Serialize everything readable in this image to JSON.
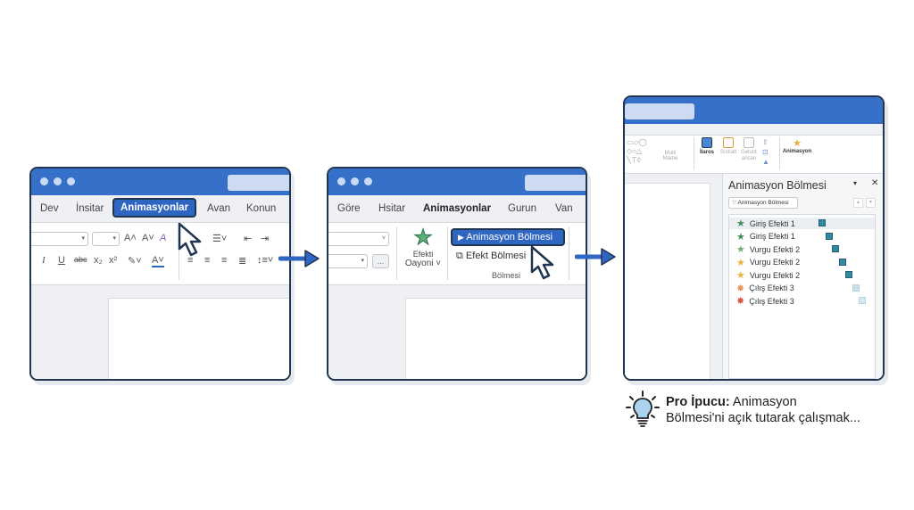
{
  "step1": {
    "tabs": [
      "Dev",
      "İnsitar",
      "Animasyonlar",
      "Avan",
      "Konun"
    ],
    "active_tab": "Animasyonlar",
    "toolbar_icons": [
      "font-select",
      "font-size-select",
      "grow-font-icon",
      "shrink-font-icon",
      "clear-format-icon",
      "list-icon",
      "indent-icon",
      "outdent-icon",
      "italic-icon",
      "underline-icon",
      "strikethrough-icon",
      "subscript-icon",
      "superscript-icon",
      "highlight-icon",
      "font-color-icon",
      "align-left-icon",
      "align-center-icon",
      "align-right-icon",
      "justify-icon",
      "line-spacing-icon"
    ]
  },
  "step2": {
    "tabs": [
      "Göre",
      "Hsitar",
      "Animasyonlar",
      "Gurun",
      "Van"
    ],
    "effect_button_line1": "Efekti",
    "effect_button_line2": "Oayoni ˅",
    "animation_pane_button": "Animasyon Bölmesi",
    "effect_pane_button": "Efekt Bölmesi",
    "group_label": "Bölmesi",
    "more": "..."
  },
  "step3": {
    "ribbon_labels": [
      "İlaros",
      "Sıstıalt",
      "Gelunt ancan",
      "Animasyon",
      "Multi Mame"
    ],
    "pane_title": "Animasyon Bölmesi",
    "pane_filter": "Animasyon Bölmesi",
    "items": [
      {
        "label": "Giriş Efekti 1",
        "icon": "star",
        "color": "#3f8f5a",
        "bar": "#2f8aa0"
      },
      {
        "label": "Giriş Efekti 1",
        "icon": "star",
        "color": "#3f8f5a",
        "bar": "#2f8aa0"
      },
      {
        "label": "Vurgu Efekti 2",
        "icon": "star",
        "color": "#6fae72",
        "bar": "#2f8aa0"
      },
      {
        "label": "Vurgu Efekti 2",
        "icon": "star",
        "color": "#e8b53a",
        "bar": "#2f8aa0"
      },
      {
        "label": "Vurgu Efekti 2",
        "icon": "star",
        "color": "#e8b53a",
        "bar": "#2f8aa0"
      },
      {
        "label": "Çılış Efekti 3",
        "icon": "burst",
        "color": "#e9955a",
        "bar": "#c4e0ea"
      },
      {
        "label": "Çılış Efekti 3",
        "icon": "burst",
        "color": "#d9573a",
        "bar": "#d5ebf1"
      }
    ]
  },
  "tip": {
    "bold": "Pro İpucu:",
    "rest": " Animasyon",
    "line2": "Bölmesi'ni açık tutarak çalışmak..."
  },
  "colors": {
    "accent": "#3670c9",
    "outline": "#1f3550"
  }
}
